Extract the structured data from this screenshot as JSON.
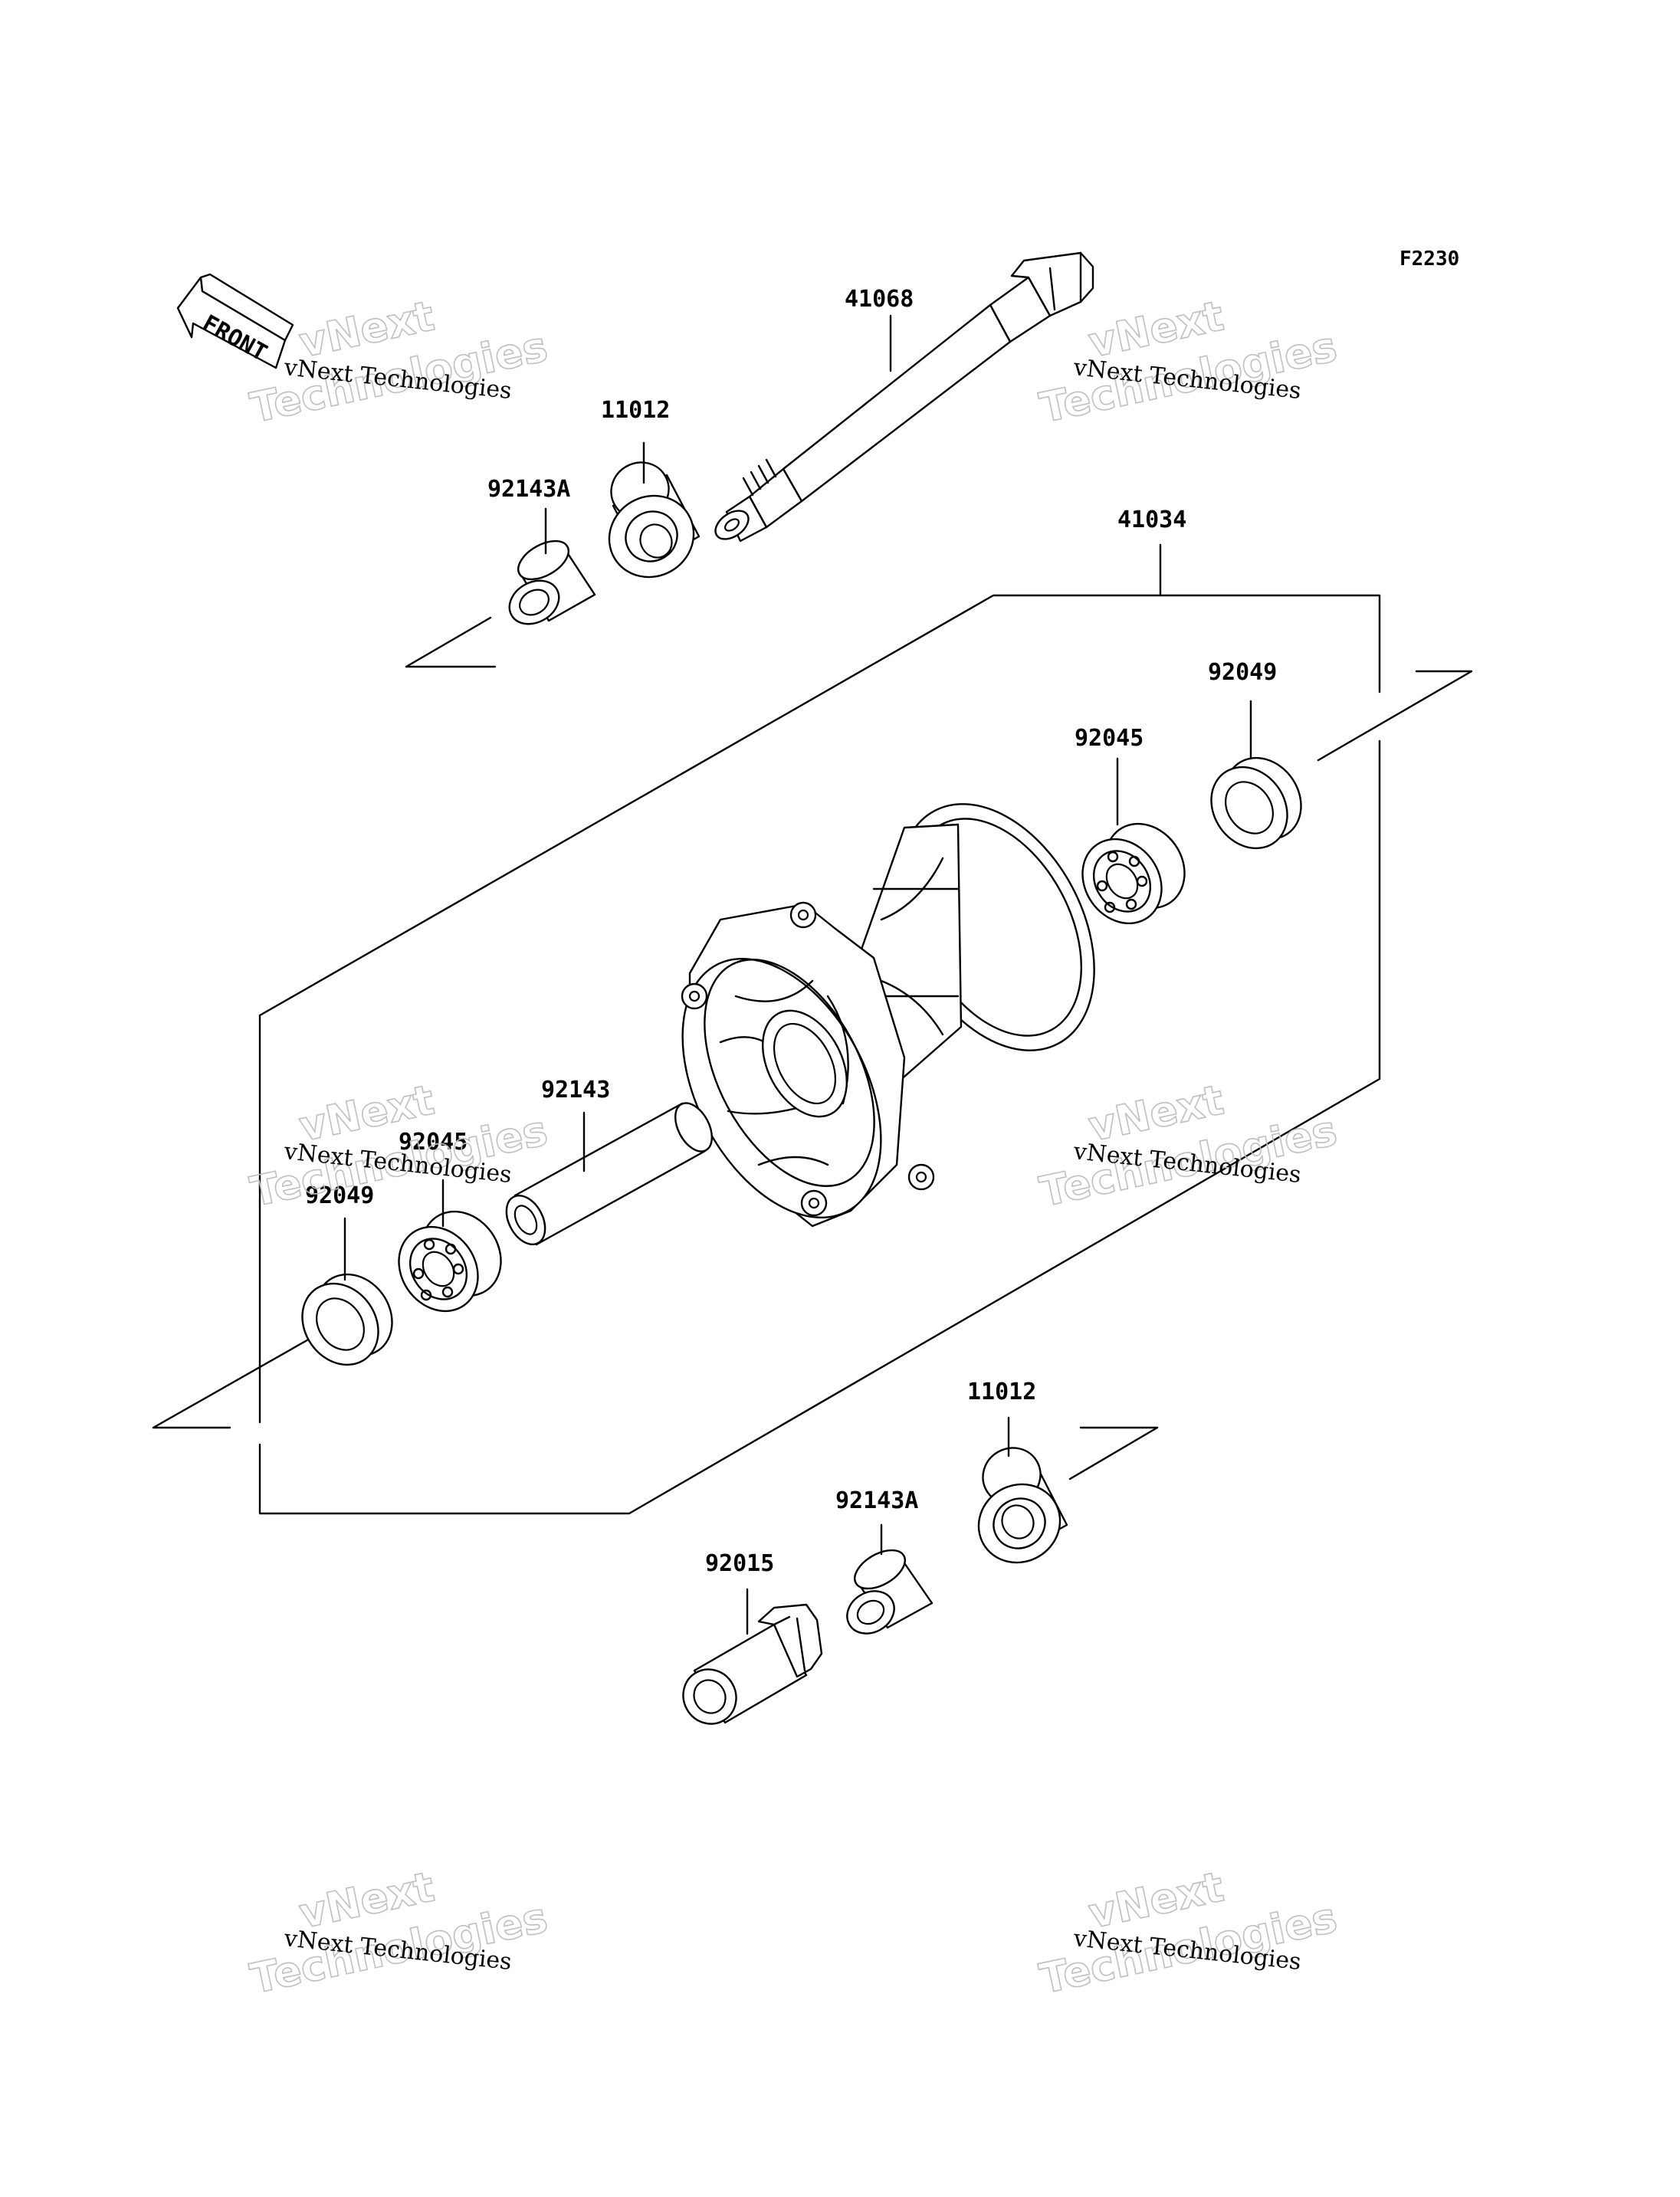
{
  "figure_code": "F2230",
  "front_label": "FRONT",
  "watermark": {
    "line1": "vNext Technologies",
    "line2": "vNext",
    "line3": "Technologies"
  },
  "parts": [
    {
      "id": "p41068",
      "number": "41068"
    },
    {
      "id": "p11012a",
      "number": "11012"
    },
    {
      "id": "p92143Aa",
      "number": "92143A"
    },
    {
      "id": "p41034",
      "number": "41034"
    },
    {
      "id": "p92049a",
      "number": "92049"
    },
    {
      "id": "p92045a",
      "number": "92045"
    },
    {
      "id": "p92143",
      "number": "92143"
    },
    {
      "id": "p92045b",
      "number": "92045"
    },
    {
      "id": "p92049b",
      "number": "92049"
    },
    {
      "id": "p11012b",
      "number": "11012"
    },
    {
      "id": "p92143Ab",
      "number": "92143A"
    },
    {
      "id": "p92015",
      "number": "92015"
    }
  ]
}
